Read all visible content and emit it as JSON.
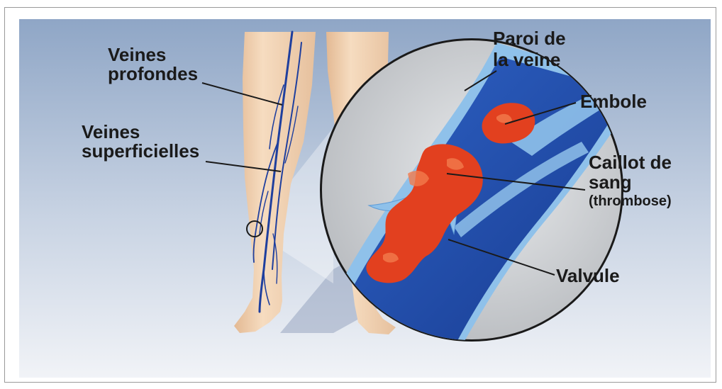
{
  "labels": {
    "deep_veins_line1": "Veines",
    "deep_veins_line2": "profondes",
    "superficial_veins_line1": "Veines",
    "superficial_veins_line2": "superficielles",
    "vein_wall_line1": "Paroi de",
    "vein_wall_line2": "la veine",
    "embolus": "Embole",
    "clot_line1": "Caillot de",
    "clot_line2": "sang",
    "clot_line3": "(thrombose)",
    "valve": "Valvule"
  },
  "colors": {
    "background_top": "#9fb3cf",
    "background_bottom": "#eef1f6",
    "skin": "#f4d7b8",
    "skin_shadow": "#e2b995",
    "vein_dark": "#1f3f9e",
    "vein_light": "#8fc1ea",
    "clot": "#e2401f",
    "magnifier_bg": "#d9dcdf"
  }
}
